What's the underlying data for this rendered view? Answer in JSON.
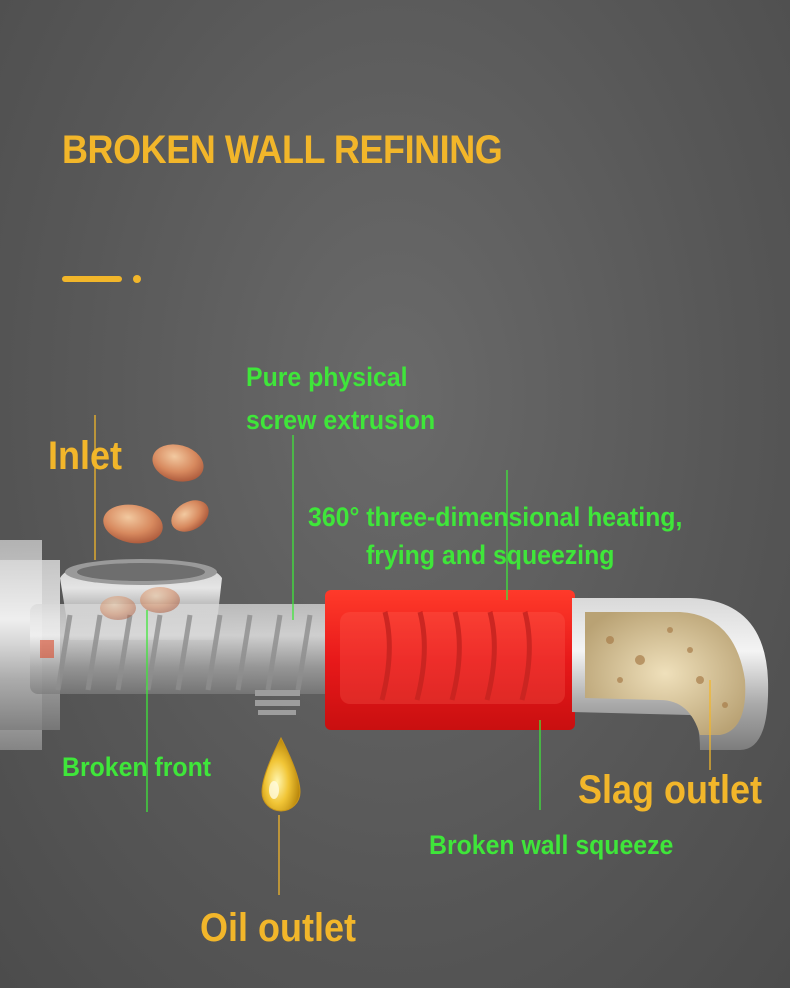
{
  "title": "BROKEN WALL REFINING",
  "labels": {
    "pure_physical_line1": "Pure physical",
    "pure_physical_line2": "screw extrusion",
    "heating_line1": "360° three-dimensional heating,",
    "heating_line2": "frying and squeezing",
    "inlet": "Inlet",
    "broken_front": "Broken front",
    "slag_outlet": "Slag outlet",
    "broken_wall_squeeze": "Broken wall squeeze",
    "oil_outlet": "Oil outlet"
  },
  "colors": {
    "title": "#f2b62a",
    "label_green": "#3fe63a",
    "label_gold": "#f2b62a",
    "heater_red": "#e8191a",
    "background": "#5a5a5a"
  },
  "icons": [
    "oil-drop-icon",
    "peanut-icon"
  ]
}
